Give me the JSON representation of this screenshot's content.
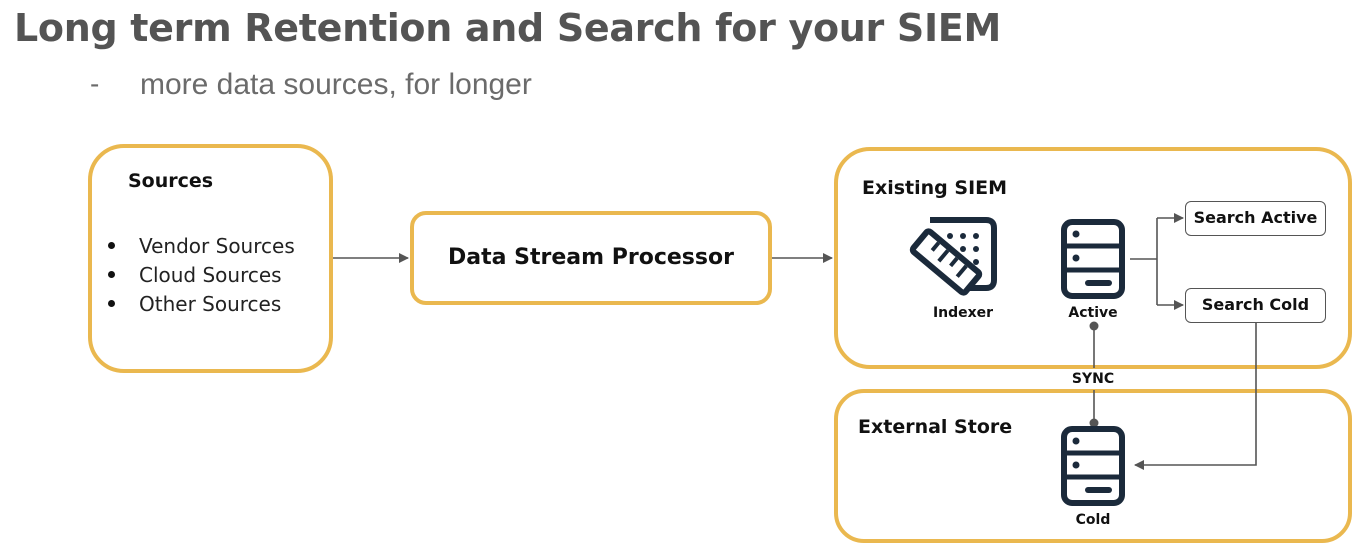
{
  "slide": {
    "title": "Long term Retention and Search for your SIEM",
    "bullet_dash": "-",
    "subtitle": "more data sources, for longer"
  },
  "sources": {
    "title": "Sources",
    "items": [
      "Vendor Sources",
      "Cloud Sources",
      "Other Sources"
    ]
  },
  "processor": {
    "label": "Data Stream Processor"
  },
  "siem": {
    "title": "Existing SIEM",
    "indexer_label": "Indexer",
    "active_label": "Active",
    "search_active_label": "Search Active",
    "search_cold_label": "Search Cold"
  },
  "sync_label": "SYNC",
  "external": {
    "title": "External Store",
    "cold_label": "Cold"
  },
  "icons": {
    "indexer": "indexer-ruler-icon",
    "active": "server-icon",
    "cold": "server-icon"
  },
  "colors": {
    "box_border": "#eab84f",
    "icon": "#1b2a3b",
    "connector": "#555555"
  }
}
